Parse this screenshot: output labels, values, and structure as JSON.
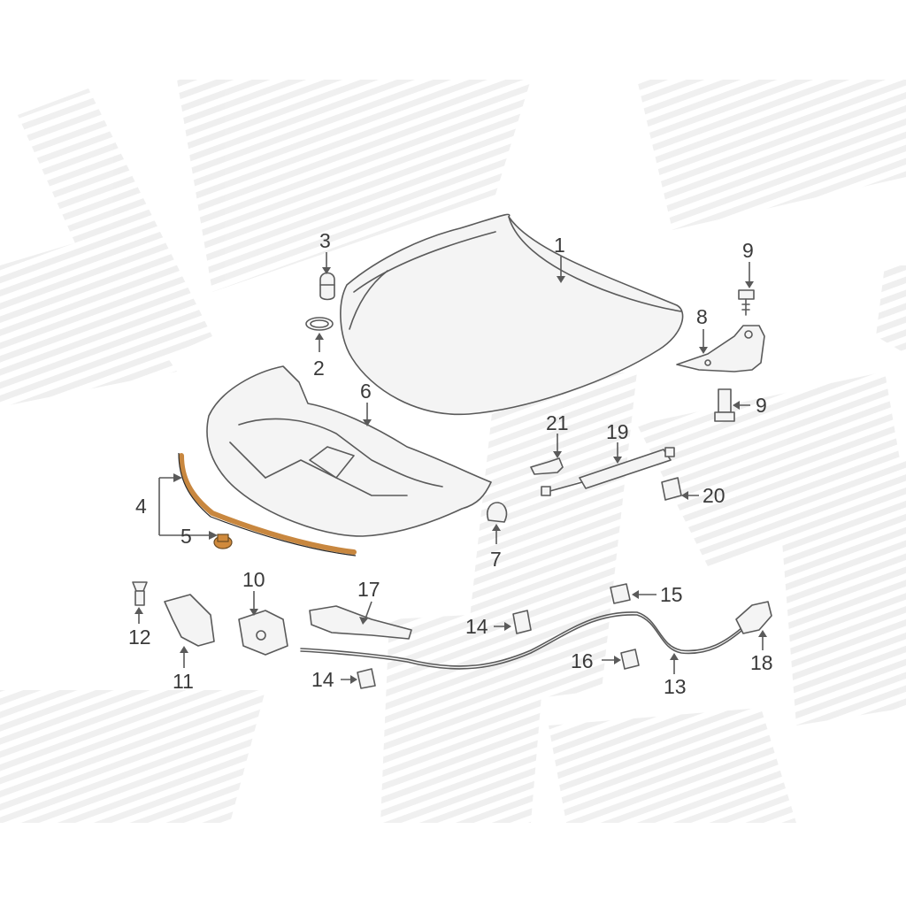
{
  "diagram": {
    "labels": [
      {
        "id": "1",
        "text": "1"
      },
      {
        "id": "2",
        "text": "2"
      },
      {
        "id": "3",
        "text": "3"
      },
      {
        "id": "4",
        "text": "4"
      },
      {
        "id": "5",
        "text": "5"
      },
      {
        "id": "6",
        "text": "6"
      },
      {
        "id": "7",
        "text": "7"
      },
      {
        "id": "8",
        "text": "8"
      },
      {
        "id": "9a",
        "text": "9"
      },
      {
        "id": "9b",
        "text": "9"
      },
      {
        "id": "10",
        "text": "10"
      },
      {
        "id": "11",
        "text": "11"
      },
      {
        "id": "12",
        "text": "12"
      },
      {
        "id": "13",
        "text": "13"
      },
      {
        "id": "14a",
        "text": "14"
      },
      {
        "id": "14b",
        "text": "14"
      },
      {
        "id": "15",
        "text": "15"
      },
      {
        "id": "16",
        "text": "16"
      },
      {
        "id": "17",
        "text": "17"
      },
      {
        "id": "18",
        "text": "18"
      },
      {
        "id": "19",
        "text": "19"
      },
      {
        "id": "20",
        "text": "20"
      },
      {
        "id": "21",
        "text": "21"
      }
    ],
    "colors": {
      "highlight": "#c8873f",
      "line": "#5a5a5a",
      "watermark": "#ececec"
    }
  }
}
